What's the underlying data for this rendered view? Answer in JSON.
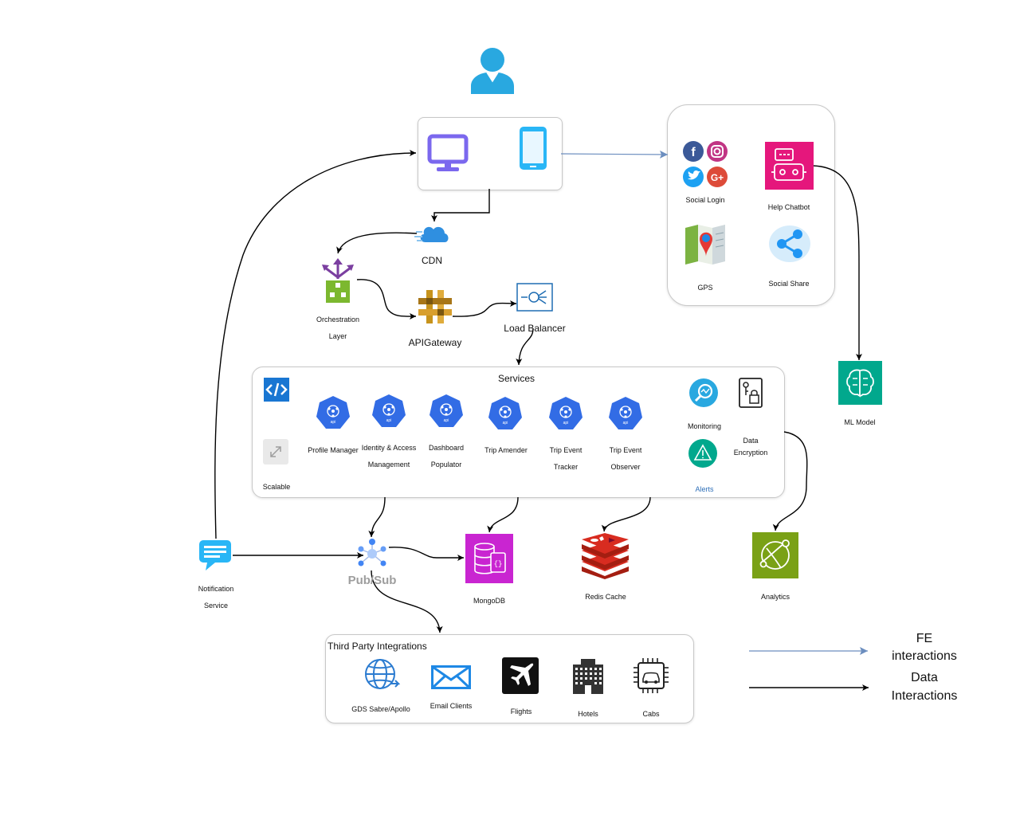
{
  "nodes": {
    "cdn": "CDN",
    "orchestration": "Orchestration Layer",
    "orchestration_l1": "Orchestration",
    "orchestration_l2": "Layer",
    "api_gateway": "APIGateway",
    "load_balancer": "Load Balancer",
    "notification_l1": "Notification",
    "notification_l2": "Service",
    "pubsub": "Pub/Sub",
    "mongodb": "MongoDB",
    "redis": "Redis Cache",
    "analytics": "Analytics",
    "ml_model": "ML Model"
  },
  "client_features": {
    "social_login": "Social Login",
    "help_chatbot": "Help Chatbot",
    "gps": "GPS",
    "social_share": "Social Share"
  },
  "services": {
    "title": "Services",
    "scalable": "Scalable",
    "profile_manager": "Profile Manager",
    "identity_l1": "Identity & Access",
    "identity_l2": "Management",
    "dashboard_l1": "Dashboard",
    "dashboard_l2": "Populator",
    "trip_amender": "Trip Amender",
    "trip_tracker_l1": "Trip Event",
    "trip_tracker_l2": "Tracker",
    "trip_observer_l1": "Trip Event",
    "trip_observer_l2": "Observer",
    "monitoring": "Monitoring",
    "encryption_l1": "Data",
    "encryption_l2": "Encryption",
    "alerts": "Alerts"
  },
  "third_party": {
    "title": "Third Party Integrations",
    "gds": "GDS Sabre/Apollo",
    "email": "Email Clients",
    "flights": "Flights",
    "hotels": "Hotels",
    "cabs": "Cabs"
  },
  "legend": {
    "fe_l1": "FE",
    "fe_l2": "interactions",
    "data_l1": "Data",
    "data_l2": "Interactions"
  },
  "colors": {
    "fe_line": "#6c8ebf",
    "data_line": "#000000",
    "k8s_blue": "#326ce5",
    "user": "#29a8e0"
  }
}
